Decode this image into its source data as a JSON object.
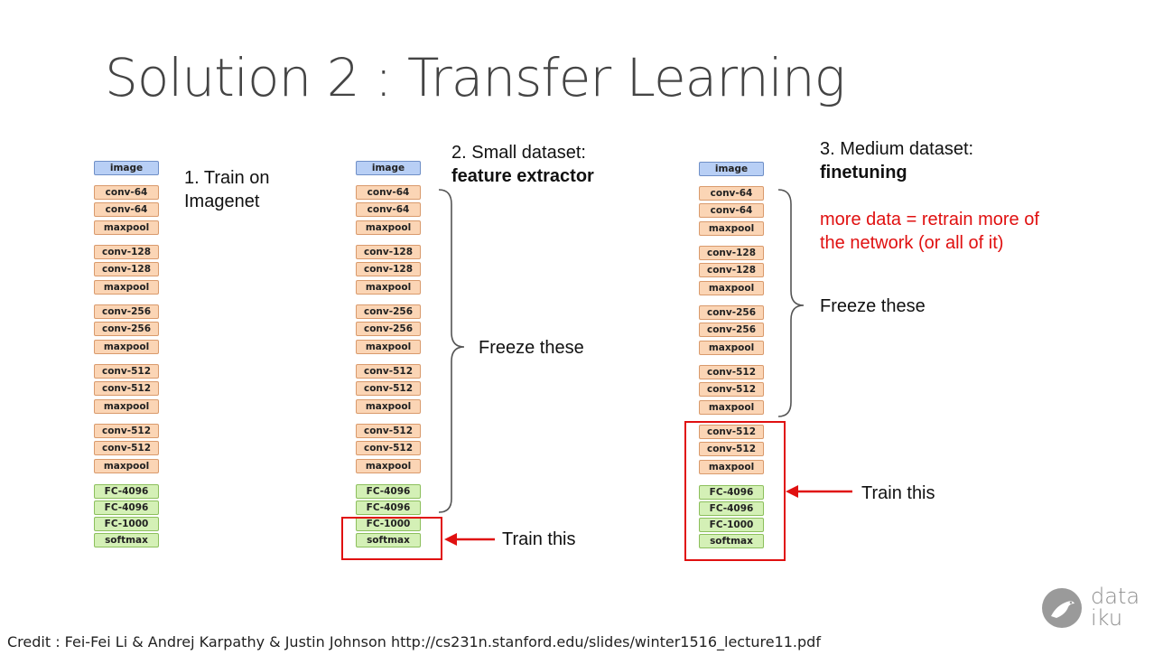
{
  "title": "Solution 2 : Transfer Learning",
  "layers": [
    {
      "label": "image",
      "kind": "image"
    },
    {
      "label": "conv-64",
      "kind": "conv"
    },
    {
      "label": "conv-64",
      "kind": "conv"
    },
    {
      "label": "maxpool",
      "kind": "pool"
    },
    {
      "label": "conv-128",
      "kind": "conv"
    },
    {
      "label": "conv-128",
      "kind": "conv"
    },
    {
      "label": "maxpool",
      "kind": "pool"
    },
    {
      "label": "conv-256",
      "kind": "conv"
    },
    {
      "label": "conv-256",
      "kind": "conv"
    },
    {
      "label": "maxpool",
      "kind": "pool"
    },
    {
      "label": "conv-512",
      "kind": "conv"
    },
    {
      "label": "conv-512",
      "kind": "conv"
    },
    {
      "label": "maxpool",
      "kind": "pool"
    },
    {
      "label": "conv-512",
      "kind": "conv"
    },
    {
      "label": "conv-512",
      "kind": "conv"
    },
    {
      "label": "maxpool",
      "kind": "pool"
    },
    {
      "label": "FC-4096",
      "kind": "fc"
    },
    {
      "label": "FC-4096",
      "kind": "fc"
    },
    {
      "label": "FC-1000",
      "kind": "fc"
    },
    {
      "label": "softmax",
      "kind": "fc"
    }
  ],
  "panel1": {
    "heading_line1": "1. Train on",
    "heading_line2": "Imagenet"
  },
  "panel2": {
    "heading": "2. Small dataset:",
    "subheading": "feature extractor",
    "freeze_label": "Freeze these",
    "train_label": "Train this"
  },
  "panel3": {
    "heading": "3. Medium dataset:",
    "subheading": "finetuning",
    "note_line1": "more data = retrain more of",
    "note_line2": "the network (or all of it)",
    "freeze_label": "Freeze these",
    "train_label": "Train this"
  },
  "credit": "Credit :  Fei-Fei Li & Andrej Karpathy & Justin Johnson http://cs231n.stanford.edu/slides/winter1516_lecture11.pdf",
  "logo": {
    "line1": "data",
    "line2": "iku"
  },
  "colors": {
    "image_fill": "#b8cff5",
    "conv_fill": "#fbd5b5",
    "fc_fill": "#d4f0b6",
    "highlight_red": "#e01010"
  }
}
